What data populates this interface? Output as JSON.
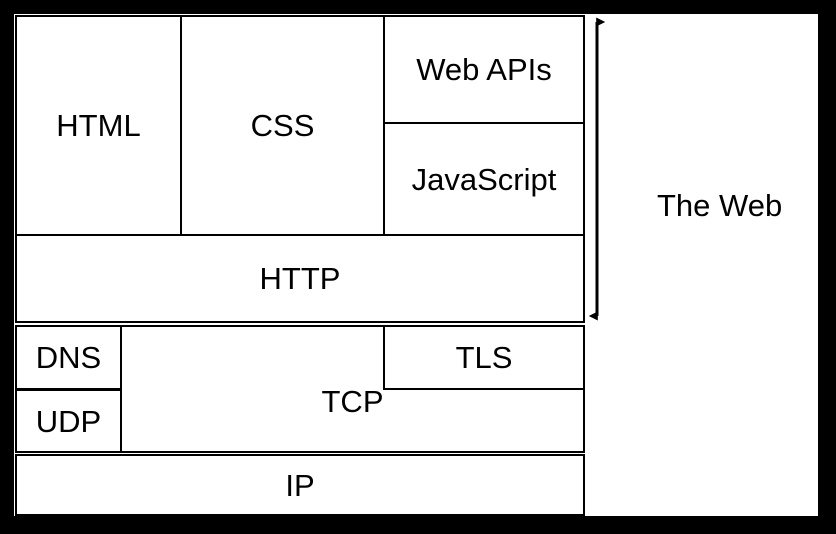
{
  "diagram": {
    "title_text": "The Web",
    "theme": {
      "frame_color": "#000000",
      "paper_color": "#ffffff",
      "stroke_color": "#000000",
      "text_color": "#000000"
    },
    "annotation": {
      "name": "web-scope-arrow",
      "kind": "double-headed-vertical-arrow",
      "covers": [
        "HTML",
        "CSS",
        "Web APIs",
        "JavaScript",
        "HTTP"
      ],
      "label": "The Web"
    },
    "layers": [
      {
        "name": "presentation-layer",
        "boxes": [
          {
            "id": "html",
            "label": "HTML"
          },
          {
            "id": "css",
            "label": "CSS"
          },
          {
            "id": "web-apis",
            "label": "Web APIs"
          },
          {
            "id": "javascript",
            "label": "JavaScript"
          }
        ]
      },
      {
        "name": "application-protocol-layer",
        "boxes": [
          {
            "id": "http",
            "label": "HTTP"
          }
        ]
      },
      {
        "name": "transport-layer",
        "boxes": [
          {
            "id": "dns",
            "label": "DNS"
          },
          {
            "id": "udp",
            "label": "UDP"
          },
          {
            "id": "tcp",
            "label": "TCP"
          },
          {
            "id": "tls",
            "label": "TLS"
          }
        ]
      },
      {
        "name": "internet-layer",
        "boxes": [
          {
            "id": "ip",
            "label": "IP"
          }
        ]
      }
    ],
    "boxes_by_id": {
      "html": {
        "label": "HTML"
      },
      "css": {
        "label": "CSS"
      },
      "web_apis": {
        "label": "Web APIs"
      },
      "javascript": {
        "label": "JavaScript"
      },
      "http": {
        "label": "HTTP"
      },
      "dns": {
        "label": "DNS"
      },
      "udp": {
        "label": "UDP"
      },
      "tcp": {
        "label": "TCP"
      },
      "tls": {
        "label": "TLS"
      },
      "ip": {
        "label": "IP"
      },
      "the_web": {
        "label": "The Web"
      }
    }
  }
}
